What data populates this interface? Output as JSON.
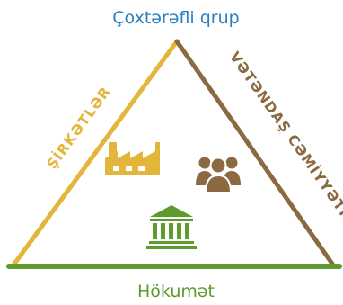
{
  "diagram": {
    "top_label": "Çoxtərəfli qrup",
    "left_side_label": "ŞİRKƏTLƏR",
    "right_side_label": "VƏTƏNDAŞ CƏMİYYƏTİ",
    "bottom_label": "Hökumət"
  },
  "colors": {
    "left_edge": "#e3b53a",
    "right_edge": "#8b6a42",
    "bottom_edge": "#5e9a2e",
    "top_text": "#2a7fc0",
    "bottom_text": "#5e9a2e",
    "factory_icon": "#e3b53a",
    "people_icon": "#8b6a42",
    "government_icon": "#5e9a2e"
  },
  "icons": {
    "companies": "factory-icon",
    "civil_society": "people-group-icon",
    "government": "government-building-icon"
  }
}
